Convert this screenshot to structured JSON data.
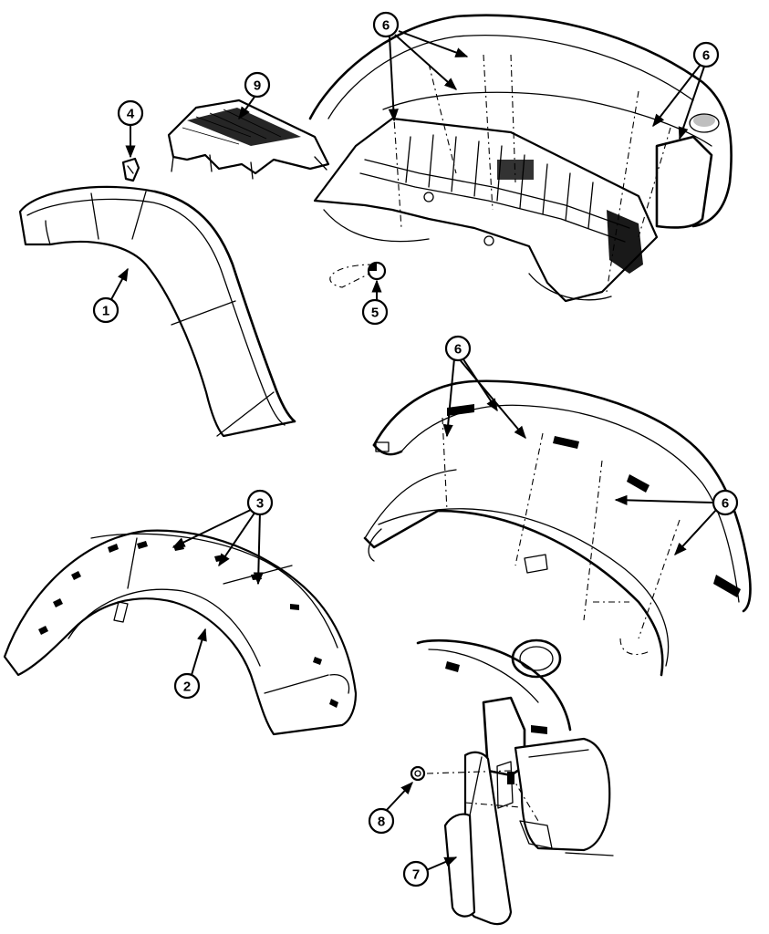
{
  "callouts": {
    "c1": "1",
    "c2": "2",
    "c3": "3",
    "c4": "4",
    "c5": "5",
    "c6a": "6",
    "c6b": "6",
    "c6c": "6",
    "c6d": "6",
    "c7": "7",
    "c8": "8",
    "c9": "9"
  }
}
